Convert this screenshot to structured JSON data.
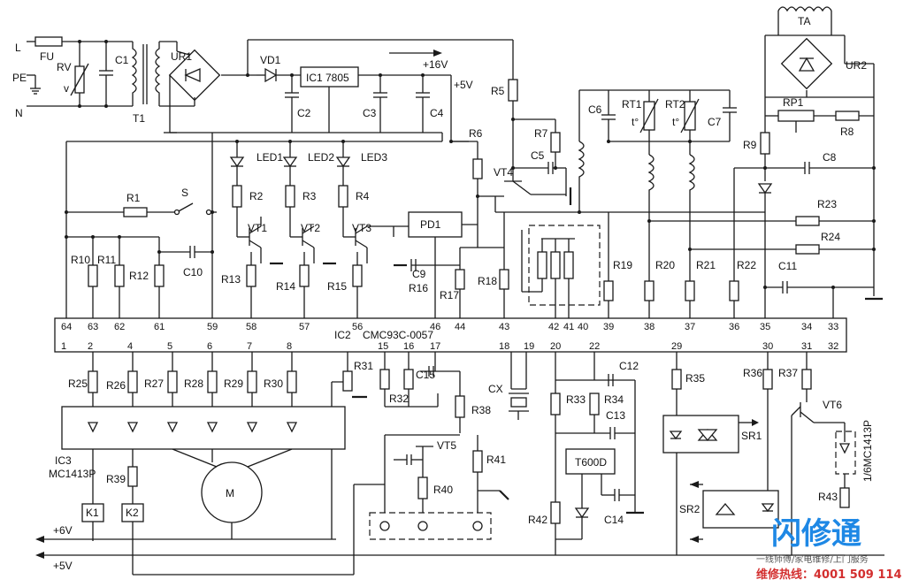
{
  "labels": {
    "L": "L",
    "FU": "FU",
    "PE": "PE",
    "N": "N",
    "RV": "RV",
    "C1": "C1",
    "T1": "T1",
    "UR1": "UR1",
    "VD1": "VD1",
    "IC1": "IC1  7805",
    "C2": "C2",
    "C3": "C3",
    "C4": "C4",
    "v16": "+16V",
    "v5": "+5V",
    "R5": "R5",
    "R6": "R6",
    "R7": "R7",
    "C5": "C5",
    "VT4": "VT4",
    "C6": "C6",
    "RT1": "RT1",
    "RT2": "RT2",
    "C7": "C7",
    "TA": "TA",
    "UR2": "UR2",
    "RP1": "RP1",
    "R8": "R8",
    "R9": "R9",
    "C8": "C8",
    "R23": "R23",
    "R24": "R24",
    "C11": "C11",
    "R1": "R1",
    "S": "S",
    "LED1": "LED1",
    "LED2": "LED2",
    "LED3": "LED3",
    "R2": "R2",
    "R3": "R3",
    "R4": "R4",
    "VT1": "VT1",
    "VT2": "VT2",
    "VT3": "VT3",
    "PD1": "PD1",
    "R10": "R10",
    "R11": "R11",
    "R12": "R12",
    "C10": "C10",
    "R13": "R13",
    "R14": "R14",
    "R15": "R15",
    "C9": "C9",
    "R16": "R16",
    "R17": "R17",
    "R18": "R18",
    "R19": "R19",
    "R20": "R20",
    "R21": "R21",
    "R22": "R22",
    "IC2": "IC2",
    "IC2name": "CMC93C-0057",
    "R25": "R25",
    "R26": "R26",
    "R27": "R27",
    "R28": "R28",
    "R29": "R29",
    "R30": "R30",
    "R31": "R31",
    "R32": "R32",
    "C15": "C15",
    "R38": "R38",
    "VT5": "VT5",
    "R40": "R40",
    "R41": "R41",
    "CX": "CX",
    "R33": "R33",
    "R34": "R34",
    "C12": "C12",
    "C13": "C13",
    "T600D": "T600D",
    "C14": "C14",
    "R42": "R42",
    "R35": "R35",
    "SR1": "SR1",
    "SR2": "SR2",
    "R36": "R36",
    "R37": "R37",
    "VT6": "VT6",
    "R43": "R43",
    "IC3": "IC3",
    "IC3name": "MC1413P",
    "R39": "R39",
    "M": "M",
    "K1": "K1",
    "K2": "K2",
    "v6": "+6V",
    "v5b": "+5V",
    "IC3b": "1/6MC1413P",
    "t1": "t°",
    "t2": "t°",
    "v": "v"
  },
  "pins_top": [
    "64",
    "63",
    "62",
    "61",
    "59",
    "58",
    "57",
    "56",
    "46",
    "44",
    "43",
    "42",
    "41",
    "40",
    "39",
    "38",
    "37",
    "36",
    "35",
    "34",
    "33"
  ],
  "pins_bottom": [
    "1",
    "2",
    "4",
    "5",
    "6",
    "7",
    "8",
    "15",
    "16",
    "17",
    "18",
    "19",
    "20",
    "22",
    "29",
    "30",
    "31",
    "32"
  ],
  "watermark": {
    "brand": "闪修通",
    "slogan": "一线师傅/家电维修/上门服务",
    "hotline": "维修热线：4001 509 114"
  }
}
